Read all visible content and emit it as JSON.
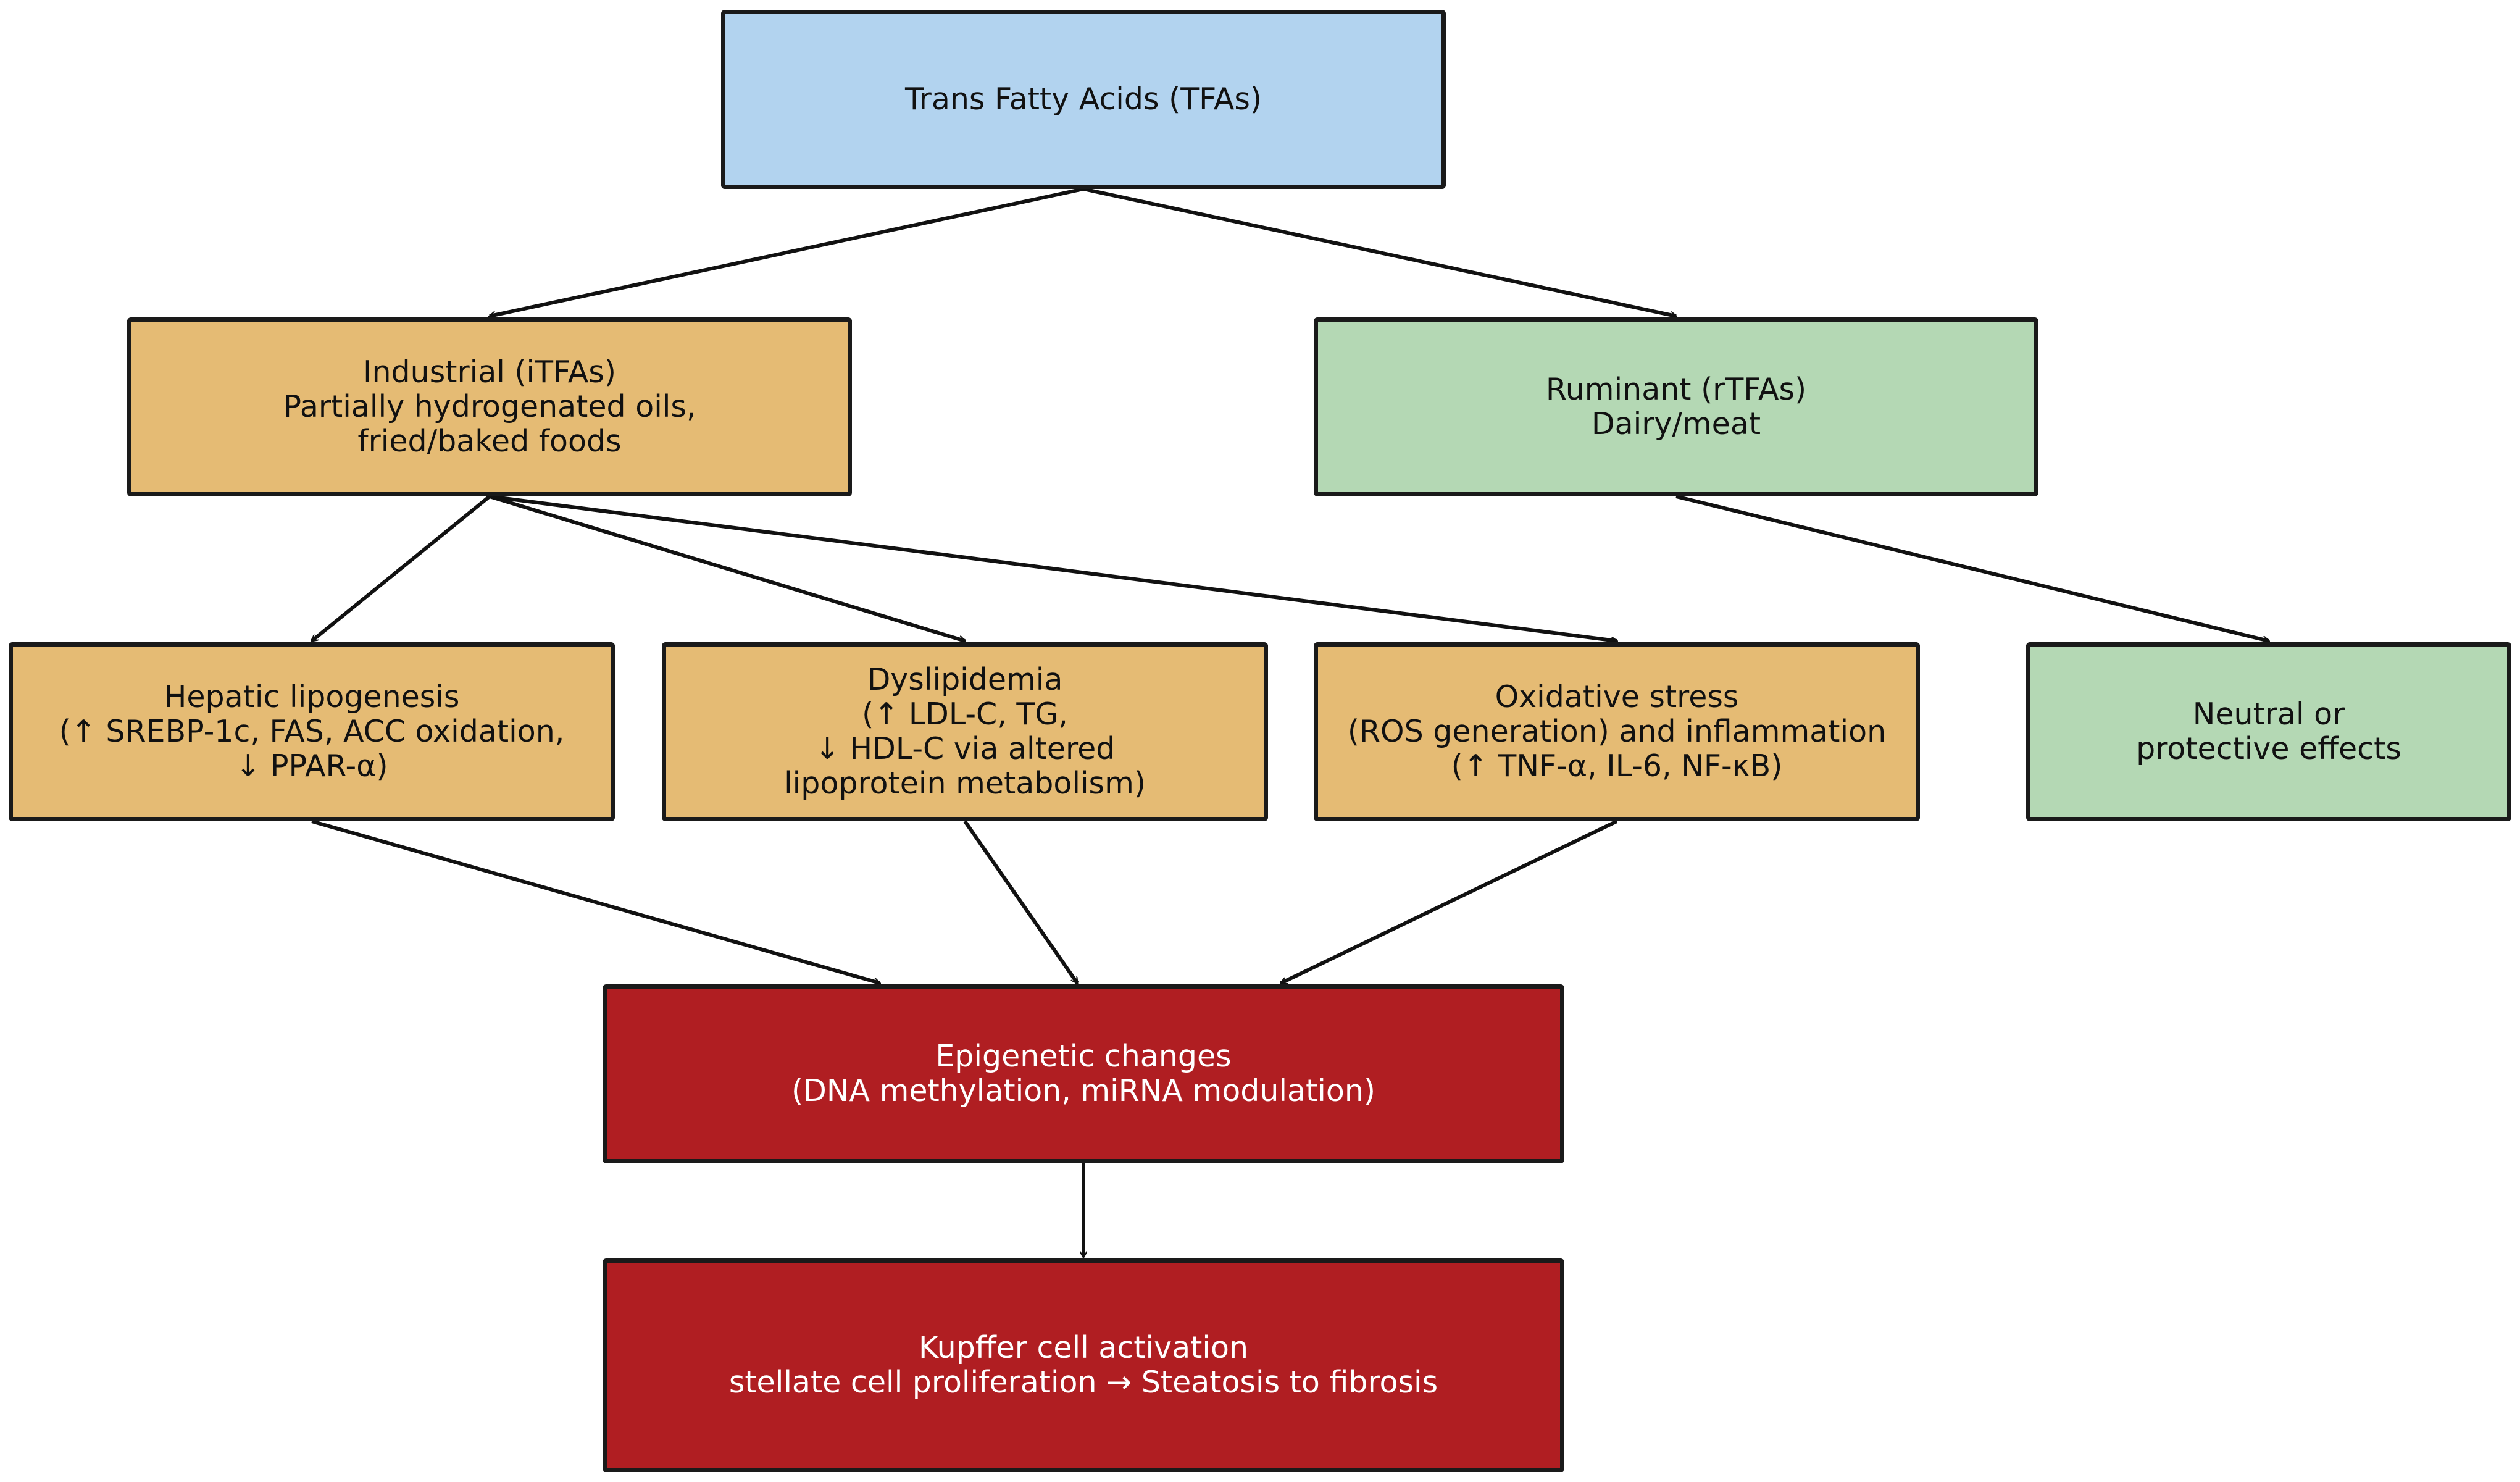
{
  "colors": {
    "root": "#b2d3ef",
    "industrial": "#e5bb74",
    "ruminant": "#b4d8b4",
    "outcome": "#b01e22",
    "border": "#1a1a1a"
  },
  "nodes": {
    "root": {
      "lines": [
        "Trans Fatty Acids (TFAs)"
      ]
    },
    "industrial": {
      "lines": [
        "Industrial (iTFAs)",
        "Partially hydrogenated oils,",
        "fried/baked foods"
      ]
    },
    "ruminant": {
      "lines": [
        "Ruminant (rTFAs)",
        "Dairy/meat"
      ]
    },
    "hepatic": {
      "lines": [
        "Hepatic lipogenesis",
        "(↑ SREBP-1c, FAS, ACC oxidation,",
        "↓ PPAR-α)"
      ]
    },
    "dyslipidemia": {
      "lines": [
        "Dyslipidemia",
        "(↑ LDL-C, TG,",
        "↓ HDL-C via altered",
        "lipoprotein metabolism)"
      ]
    },
    "oxidative": {
      "lines": [
        "Oxidative stress",
        "(ROS generation) and inflammation",
        "(↑ TNF-α, IL-6, NF-κB)"
      ]
    },
    "neutral": {
      "lines": [
        "Neutral or",
        "protective effects"
      ]
    },
    "epigenetic": {
      "lines": [
        "Epigenetic changes",
        "(DNA methylation, miRNA modulation)"
      ]
    },
    "kupffer": {
      "lines": [
        "Kupffer cell activation",
        "stellate cell proliferation → Steatosis to fibrosis"
      ]
    }
  },
  "edges": [
    [
      "root",
      "industrial"
    ],
    [
      "root",
      "ruminant"
    ],
    [
      "industrial",
      "hepatic"
    ],
    [
      "industrial",
      "dyslipidemia"
    ],
    [
      "industrial",
      "oxidative"
    ],
    [
      "ruminant",
      "neutral"
    ],
    [
      "hepatic",
      "epigenetic"
    ],
    [
      "dyslipidemia",
      "epigenetic"
    ],
    [
      "oxidative",
      "epigenetic"
    ],
    [
      "epigenetic",
      "kupffer"
    ]
  ]
}
